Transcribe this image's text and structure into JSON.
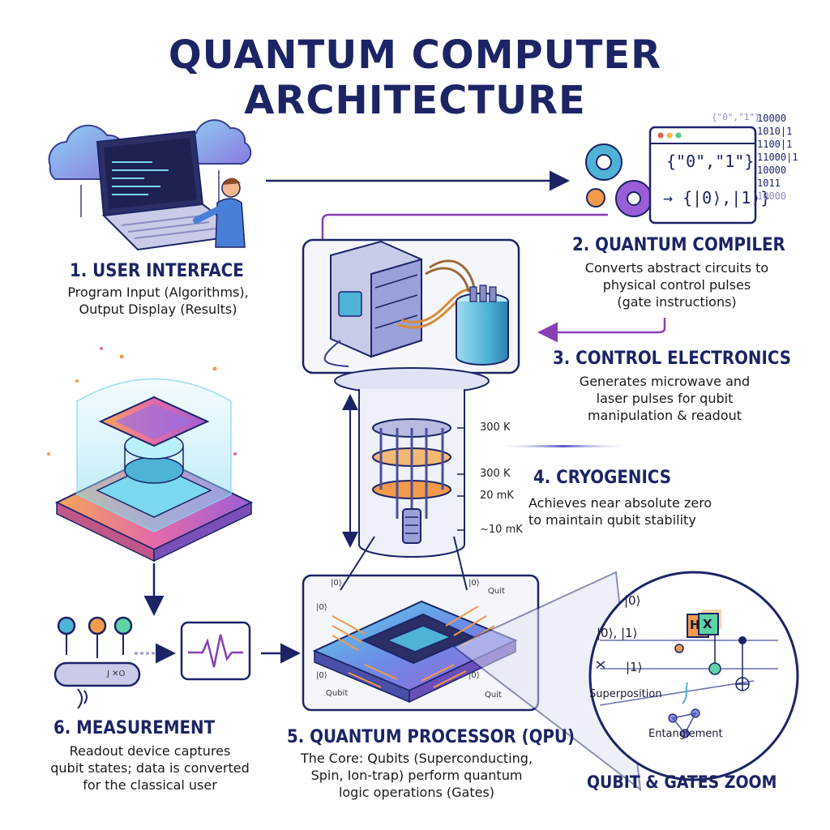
{
  "title": "QUANTUM COMPUTER ARCHITECTURE",
  "sections": {
    "user_interface": {
      "title": "1. USER INTERFACE",
      "lines": [
        "Program Input (Algorithms),",
        "Output Display (Results)"
      ]
    },
    "compiler": {
      "title": "2. QUANTUM COMPILER",
      "lines": [
        "Converts abstract circuits to",
        "physical control pulses",
        "(gate instructions)"
      ]
    },
    "control": {
      "title": "3. CONTROL ELECTRONICS",
      "lines": [
        "Generates microwave and",
        "laser pulses for qubit",
        "manipulation & readout"
      ]
    },
    "cryo": {
      "title": "4. CRYOGENICS",
      "lines": [
        "Achieves near absolute zero",
        "to maintain qubit stability"
      ]
    },
    "qpu": {
      "title": "5. QUANTUM PROCESSOR (QPU)",
      "lines": [
        "The Core: Qubits (Superconducting,",
        "Spin, Ion-trap) perform quantum",
        "logic operations (Gates)"
      ]
    },
    "measurement": {
      "title": "6. MEASUREMENT",
      "lines": [
        "Readout device captures",
        "qubit states; data is converted",
        "for the classical user"
      ]
    }
  },
  "compiler_screen": {
    "line1": "{\"0\",\"1\"}",
    "line2": "→ {|0⟩,|1⟩}"
  },
  "binary": {
    "header": "{\"0\",\"1\"}",
    "rows": [
      "10000",
      "1010|1",
      "1100|1",
      "11000|1",
      "10000",
      "1011",
      "10000"
    ]
  },
  "cryo_temps": [
    "300 K",
    "300 K",
    "20 mK",
    "~10 mK"
  ],
  "qpu_labels": {
    "l0a": "|0⟩",
    "l0b": "|0⟩",
    "l0c": "|0⟩",
    "l0d": "|0⟩",
    "l0e": "|0⟩",
    "quit1": "Quit",
    "quit2": "Quit",
    "qubit": "Qubit"
  },
  "zoom": {
    "ket0": "|0⟩",
    "ket01": "|0⟩, |1⟩",
    "ket1": "|1⟩",
    "h": "H",
    "x": "X",
    "superposition": "Superposition",
    "entanglement": "Entanglement",
    "title": "QUBIT & GATES ZOOM"
  },
  "readout_device_label": "J ✕O",
  "colors": {
    "navy": "#1c2466",
    "purple": "#8a3fb4",
    "teal": "#34b6d6",
    "orange": "#f39a4a"
  }
}
